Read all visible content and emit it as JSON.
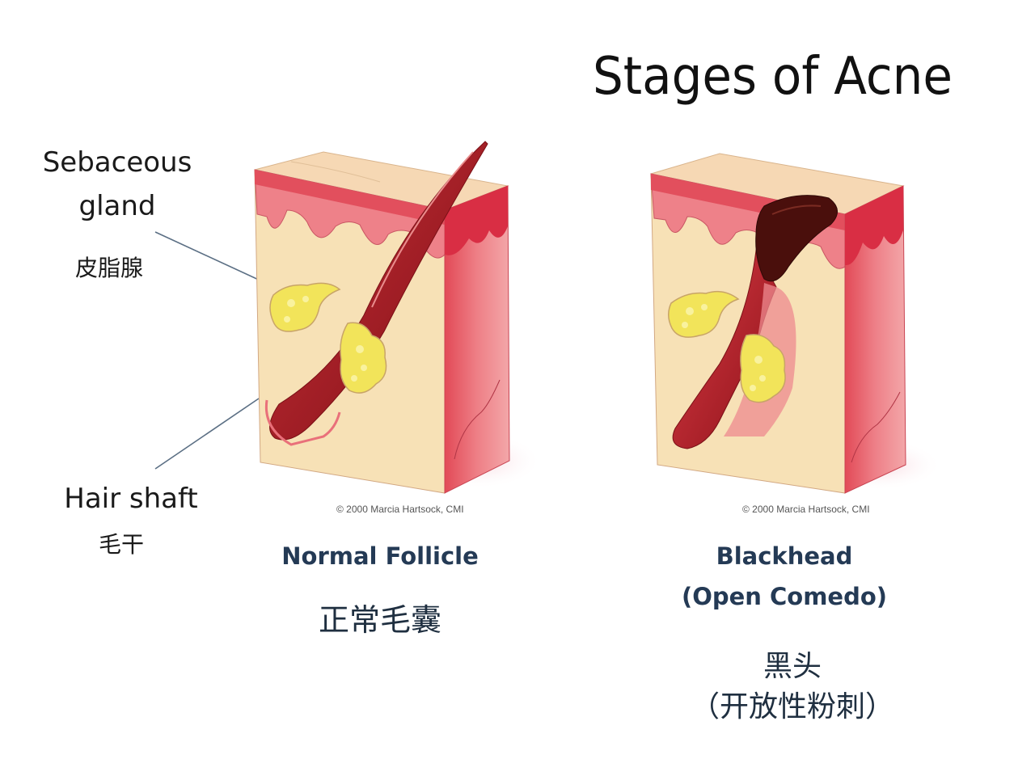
{
  "title": "Stages of Acne",
  "annotations": {
    "sebaceous_gland": {
      "line1": "Sebaceous",
      "line2": "gland",
      "zh": "皮脂腺"
    },
    "hair_shaft": {
      "en": "Hair shaft",
      "zh": "毛干"
    }
  },
  "panels": [
    {
      "id": "normal-follicle",
      "caption_en": "Normal Follicle",
      "caption_zh": "正常毛囊",
      "credit": "© 2000  Marcia Hartsock, CMI"
    },
    {
      "id": "blackhead",
      "caption_en_line1": "Blackhead",
      "caption_en_line2": "(Open Comedo)",
      "caption_zh_line1": "黑头",
      "caption_zh_line2": "（开放性粉刺）",
      "credit": "© 2000  Marcia Hartsock, CMI"
    }
  ],
  "colors": {
    "skin_top": "#f6d6b0",
    "dermis": "#f7e0b4",
    "epidermis": "#ea6b78",
    "side_face": "#e2535f",
    "follicle": "#a4161f",
    "gland": "#f2e45a",
    "comedo": "#4a0f0c",
    "caption": "#243a55",
    "leader_line": "#5b6f84"
  }
}
